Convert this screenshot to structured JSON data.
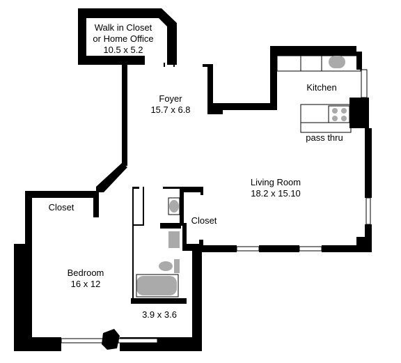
{
  "rooms": {
    "walk_in_closet": {
      "line1": "Walk in Closet",
      "line2": "or Home Office",
      "size": "10.5 x 5.2"
    },
    "foyer": {
      "name": "Foyer",
      "size": "15.7 x 6.8"
    },
    "kitchen": {
      "name": "Kitchen"
    },
    "pass_thru": {
      "name": "pass thru"
    },
    "living_room": {
      "name": "Living Room",
      "size": "18.2 x 15.10"
    },
    "closet_left": {
      "name": "Closet"
    },
    "closet_right": {
      "name": "Closet"
    },
    "bedroom": {
      "name": "Bedroom",
      "size": "16 x 12"
    },
    "bathroom": {
      "size": "3.9 x 3.6"
    }
  },
  "colors": {
    "wall": "#000000",
    "fixture": "#aaaaaa",
    "background": "#ffffff"
  }
}
